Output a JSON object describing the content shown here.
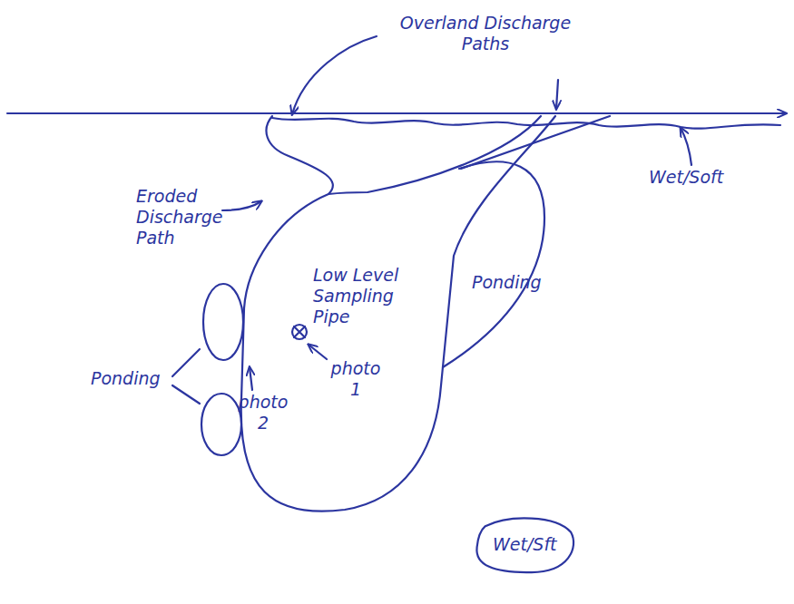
{
  "diagram": {
    "nodes": [
      {
        "text": [
          "Wet/Sft"
        ]
      }
    ],
    "labels": [
      "Overland Discharge Paths",
      "Eroded Discharge Path",
      "Low Level Sampling Pipe",
      "photo 1",
      "Ponding",
      "Wet/Soft",
      "Ponding",
      "photo 2"
    ]
  }
}
